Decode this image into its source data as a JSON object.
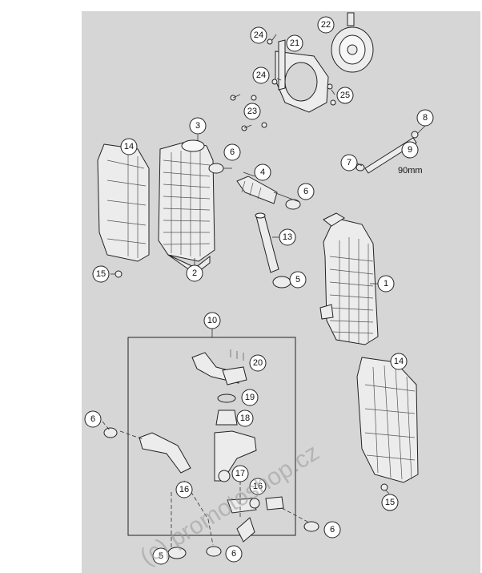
{
  "callouts": {
    "c1": "1",
    "c2": "2",
    "c3": "3",
    "c4": "4",
    "c5a": "5",
    "c5b": "5",
    "c6a": "6",
    "c6b": "6",
    "c6c": "6",
    "c6d": "6",
    "c6e": "6",
    "c7": "7",
    "c8": "8",
    "c9": "9",
    "c10": "10",
    "c13": "13",
    "c14a": "14",
    "c14b": "14",
    "c15a": "15",
    "c15b": "15",
    "c16a": "16",
    "c16b": "16",
    "c17": "17",
    "c18": "18",
    "c19": "19",
    "c20": "20",
    "c21": "21",
    "c22": "22",
    "c23": "23",
    "c24a": "24",
    "c24b": "24",
    "c25": "25"
  },
  "dimension_label": "90mm",
  "watermark": "(c) promotoshop.cz",
  "colors": {
    "background": "#d6d6d6",
    "line": "#222222",
    "part_fill": "#ececec"
  }
}
